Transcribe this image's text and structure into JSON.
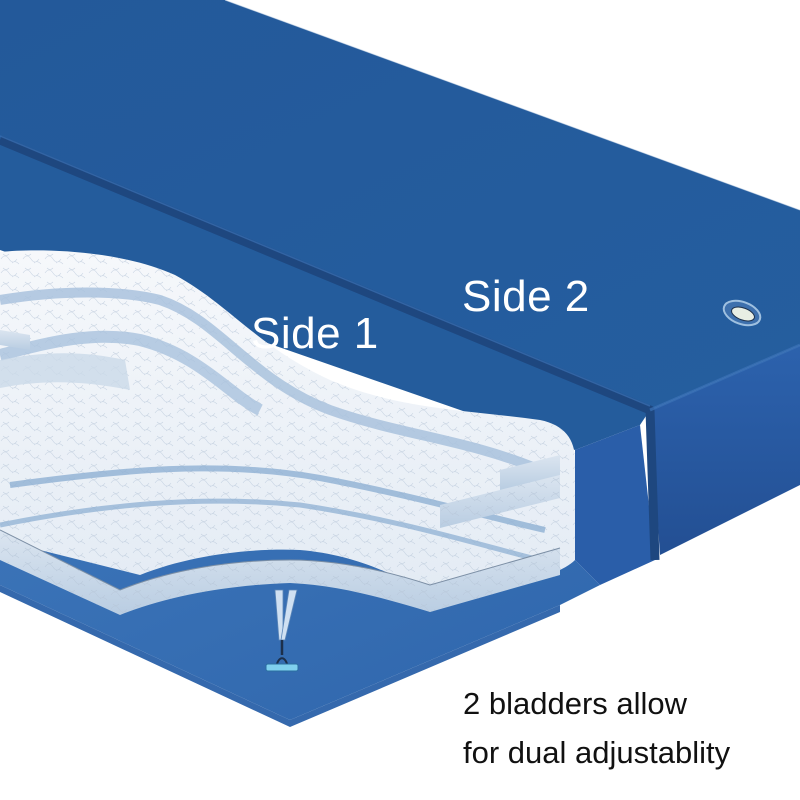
{
  "illustration": {
    "subject": "Dual-bladder waterbed mattress cutaway",
    "labels": {
      "side1": "Side 1",
      "side2": "Side 2"
    },
    "caption": {
      "line1": "2 bladders allow",
      "line2": "for dual adjustablity"
    },
    "icons": {
      "valve": "fill-valve-icon",
      "tie_anchor": "baffle-tie-anchor-icon"
    },
    "colors": {
      "vinyl_top": "#245c9b",
      "vinyl_front": "#2a5ea8",
      "vinyl_dark": "#1f4a86",
      "vinyl_liner": "#3a73b8",
      "seam": "#1e477f",
      "fiber": "#eef2f7",
      "fiber_shadow": "#a9c2dd",
      "background": "#ffffff",
      "caption_text": "#111111",
      "label_text": "#ffffff"
    }
  }
}
